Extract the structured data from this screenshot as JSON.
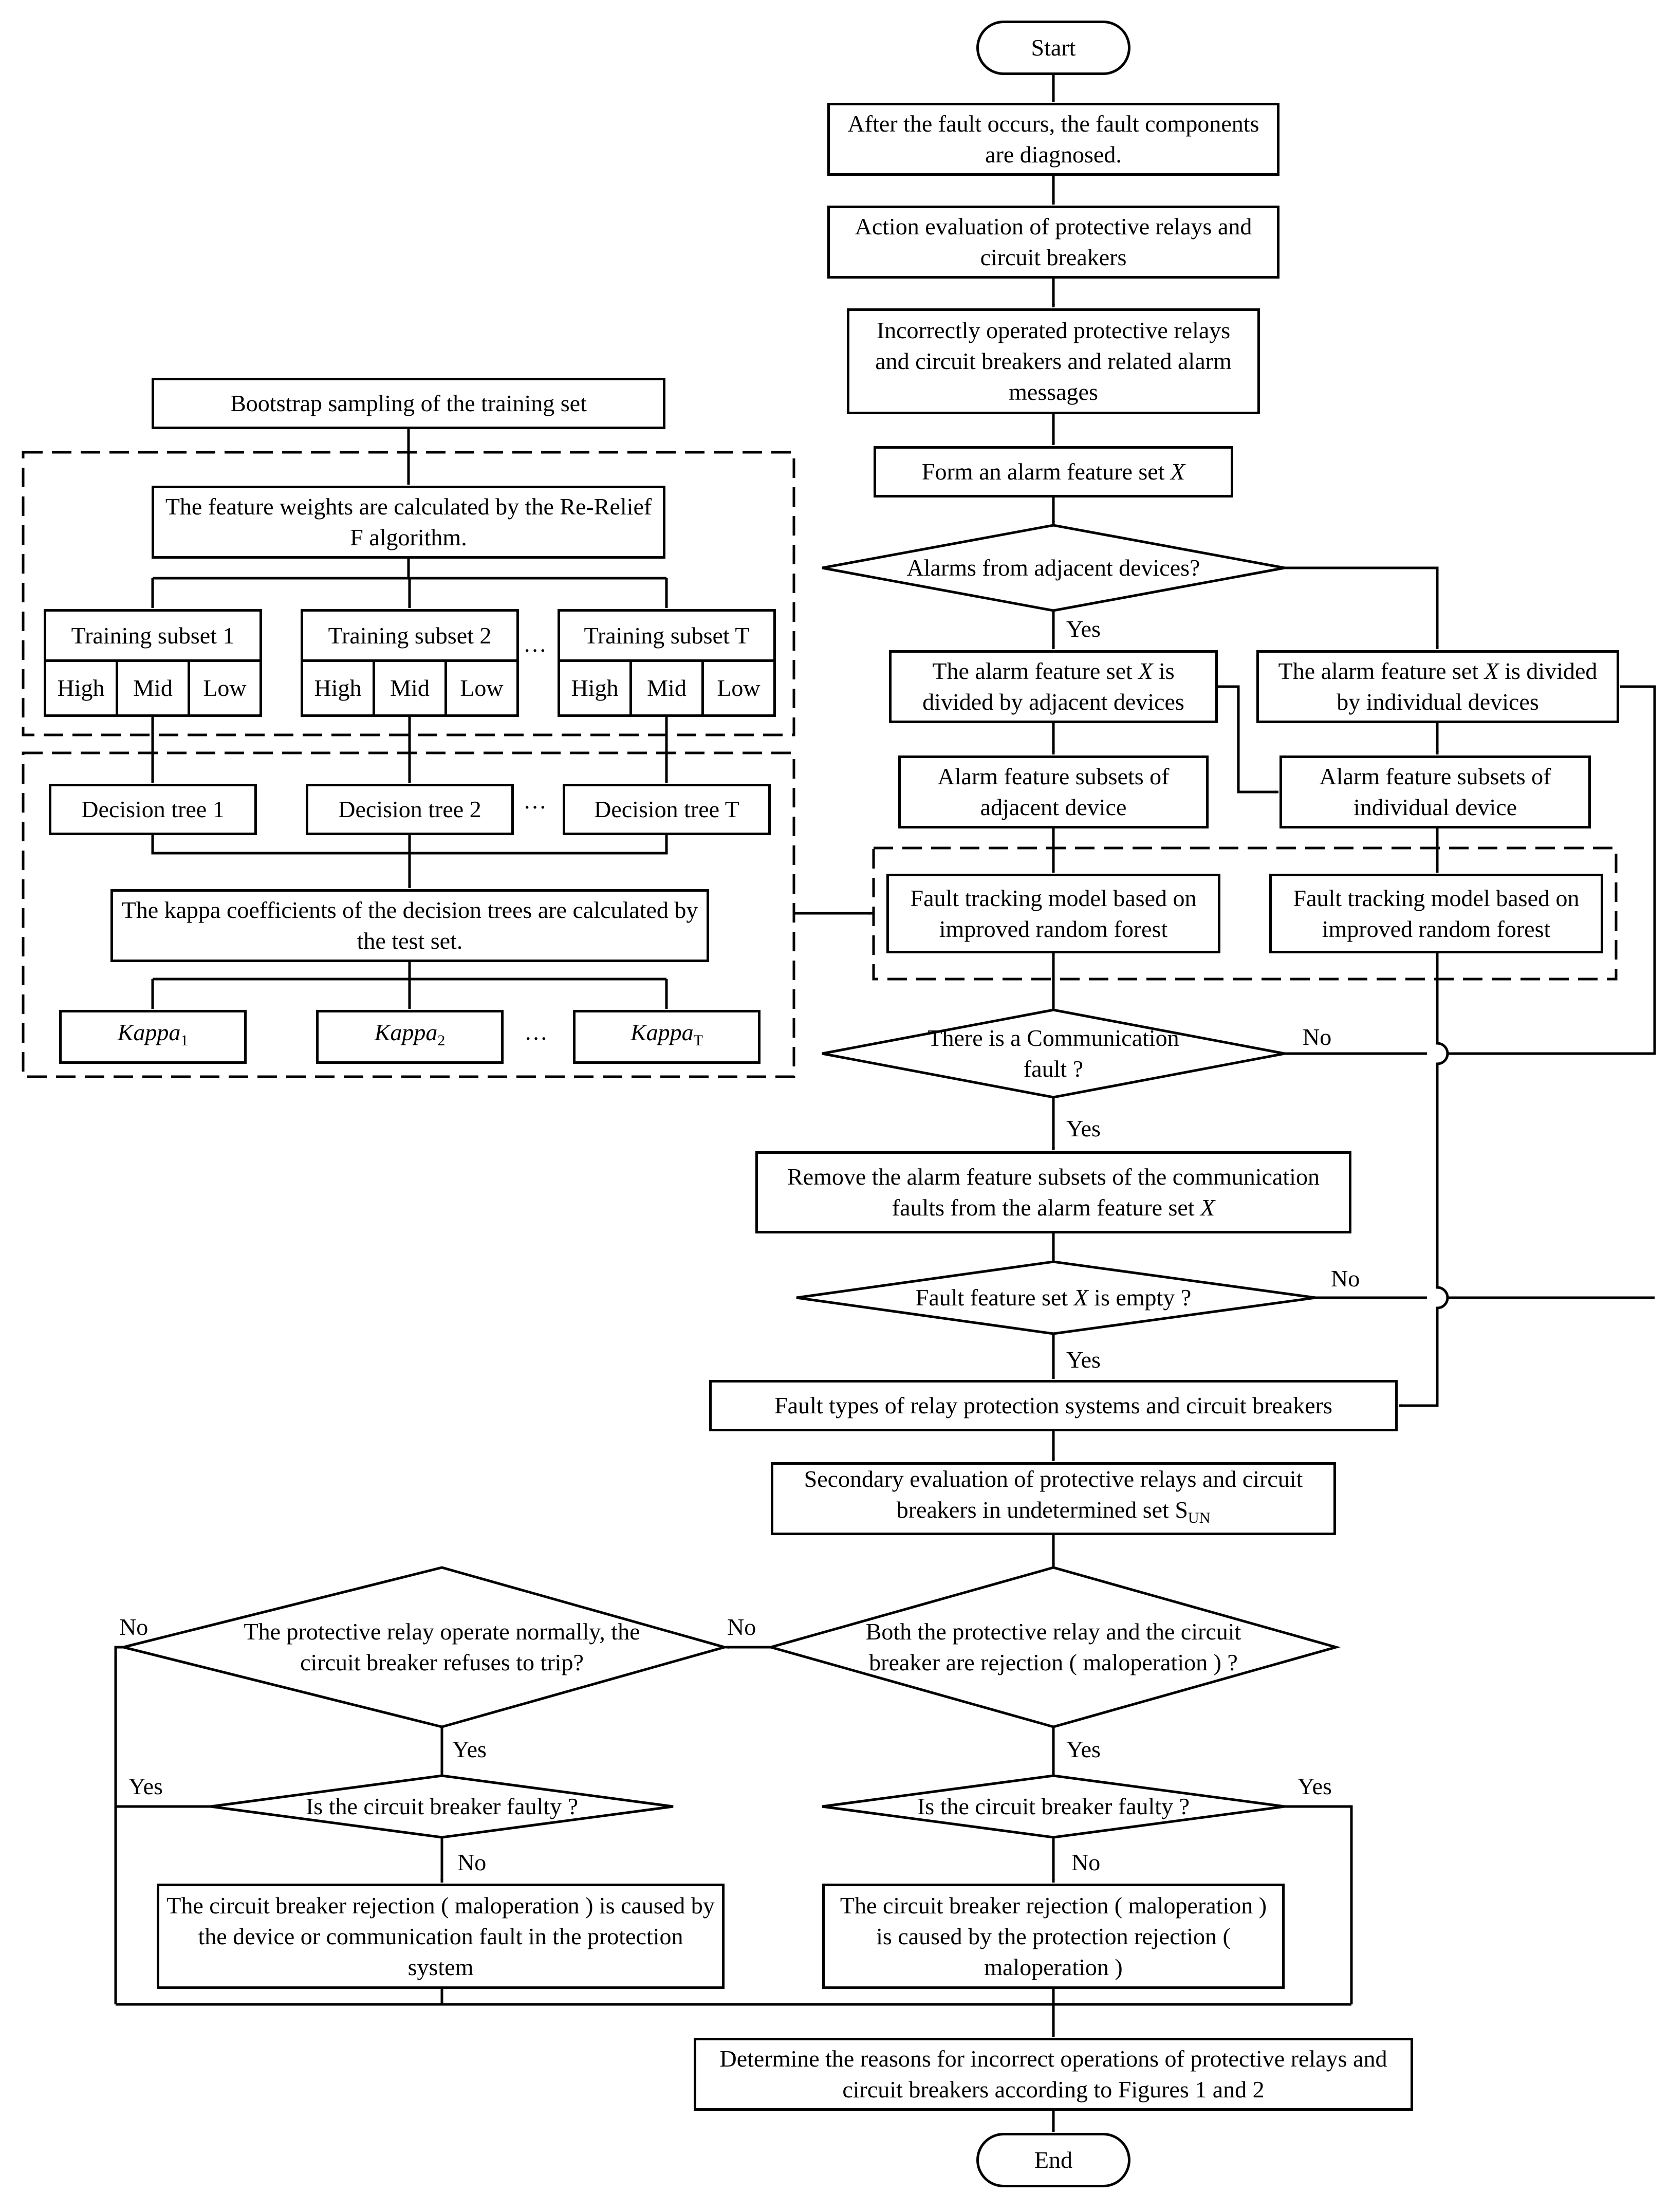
{
  "flow": {
    "start": "Start",
    "step_diagnose": "After the fault occurs, the fault components are diagnosed.",
    "step_action_eval": "Action evaluation of protective relays and circuit breakers",
    "step_incorrect": "Incorrectly operated protective relays and circuit breakers and related alarm messages",
    "step_form_set_prefix": "Form an alarm feature set",
    "var_x": "X",
    "dec_adjacent": "Alarms from adjacent devices?",
    "step_div_adjacent": [
      "The alarm feature set",
      "X",
      "is divided by adjacent devices"
    ],
    "step_div_individual": [
      "The alarm feature set",
      "X",
      "is divided by individual devices"
    ],
    "step_subsets_adjacent": "Alarm feature subsets of adjacent device",
    "step_subsets_individual": "Alarm feature subsets of individual device",
    "model_left": "Fault tracking model based on improved random forest",
    "model_right": "Fault tracking model based on improved random forest",
    "dec_comm": "There is a Communication fault ?",
    "step_remove": [
      "Remove the alarm feature subsets of the communication faults from the alarm feature set",
      "X"
    ],
    "dec_empty": [
      "Fault feature set",
      "X",
      "is empty ?"
    ],
    "step_fault_types": "Fault types of relay protection systems and circuit breakers",
    "step_secondary": [
      "Secondary evaluation of protective relays and circuit breakers in undetermined set",
      "S",
      "UN"
    ],
    "dec_both": "Both the protective relay and the circuit breaker are rejection ( maloperation ) ?",
    "dec_relay_normal": "The protective relay operate normally, the circuit breaker refuses to trip?",
    "dec_cb_left": "Is the circuit breaker faulty ?",
    "dec_cb_right": "Is the circuit breaker faulty ?",
    "res_left": "The circuit breaker rejection ( maloperation ) is caused by the device or communication fault in the protection system",
    "res_right": "The circuit breaker rejection ( maloperation ) is caused by the protection rejection ( maloperation )",
    "step_determine": "Determine the reasons for incorrect operations of protective relays and circuit breakers according to Figures 1 and 2",
    "end": "End"
  },
  "training": {
    "bootstrap": "Bootstrap sampling of the training set",
    "weights": "The feature weights are calculated by the Re-Relief F algorithm.",
    "subsets": [
      {
        "title": "Training subset 1",
        "cells": [
          "High",
          "Mid",
          "Low"
        ]
      },
      {
        "title": "Training subset 2",
        "cells": [
          "High",
          "Mid",
          "Low"
        ]
      },
      {
        "title": "Training subset T",
        "cells": [
          "High",
          "Mid",
          "Low"
        ]
      }
    ],
    "trees": [
      "Decision tree 1",
      "Decision tree 2",
      "Decision tree T"
    ],
    "kappa_calc": "The kappa coefficients of the decision trees are calculated by the test set.",
    "kappas": [
      {
        "name": "Kappa",
        "sub": "1"
      },
      {
        "name": "Kappa",
        "sub": "2"
      },
      {
        "name": "Kappa",
        "sub": "T"
      }
    ],
    "ellipsis": "···"
  },
  "labels": {
    "yes": "Yes",
    "no": "No"
  }
}
